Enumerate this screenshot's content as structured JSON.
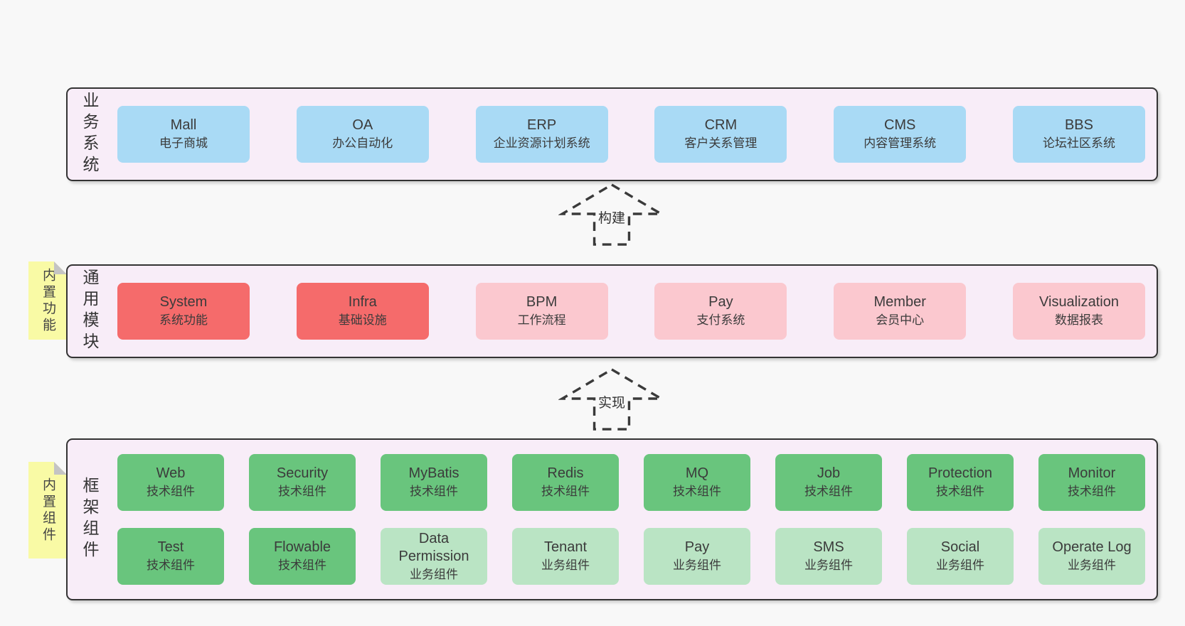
{
  "colors": {
    "page_bg": "#f8f8f8",
    "panel_bg": "#f8edf8",
    "panel_border": "#333333",
    "blue": "#a9daf5",
    "red": "#f56b6b",
    "pink": "#fbc8cf",
    "green": "#69c57d",
    "light_green": "#bae4c4",
    "sticky_yellow": "#f9faa5",
    "text": "#333333"
  },
  "sections": {
    "business": {
      "side_label": "业务系统",
      "boxes": [
        {
          "title": "Mall",
          "subtitle": "电子商城"
        },
        {
          "title": "OA",
          "subtitle": "办公自动化"
        },
        {
          "title": "ERP",
          "subtitle": "企业资源计划系统"
        },
        {
          "title": "CRM",
          "subtitle": "客户关系管理"
        },
        {
          "title": "CMS",
          "subtitle": "内容管理系统"
        },
        {
          "title": "BBS",
          "subtitle": "论坛社区系统"
        }
      ]
    },
    "modules": {
      "side_label": "通用模块",
      "sticky_label": "内置功能",
      "boxes": [
        {
          "title": "System",
          "subtitle": "系统功能"
        },
        {
          "title": "Infra",
          "subtitle": "基础设施"
        },
        {
          "title": "BPM",
          "subtitle": "工作流程"
        },
        {
          "title": "Pay",
          "subtitle": "支付系统"
        },
        {
          "title": "Member",
          "subtitle": "会员中心"
        },
        {
          "title": "Visualization",
          "subtitle": "数据报表"
        }
      ]
    },
    "components": {
      "side_label": "框架组件",
      "sticky_label": "内置组件",
      "row1": [
        {
          "title": "Web",
          "subtitle": "技术组件"
        },
        {
          "title": "Security",
          "subtitle": "技术组件"
        },
        {
          "title": "MyBatis",
          "subtitle": "技术组件"
        },
        {
          "title": "Redis",
          "subtitle": "技术组件"
        },
        {
          "title": "MQ",
          "subtitle": "技术组件"
        },
        {
          "title": "Job",
          "subtitle": "技术组件"
        },
        {
          "title": "Protection",
          "subtitle": "技术组件"
        },
        {
          "title": "Monitor",
          "subtitle": "技术组件"
        }
      ],
      "row2": [
        {
          "title": "Test",
          "subtitle": "技术组件"
        },
        {
          "title": "Flowable",
          "subtitle": "技术组件"
        },
        {
          "title": "Data Permission",
          "subtitle": "业务组件"
        },
        {
          "title": "Tenant",
          "subtitle": "业务组件"
        },
        {
          "title": "Pay",
          "subtitle": "业务组件"
        },
        {
          "title": "SMS",
          "subtitle": "业务组件"
        },
        {
          "title": "Social",
          "subtitle": "业务组件"
        },
        {
          "title": "Operate Log",
          "subtitle": "业务组件"
        }
      ]
    }
  },
  "arrows": {
    "build": "构建",
    "implement": "实现"
  }
}
